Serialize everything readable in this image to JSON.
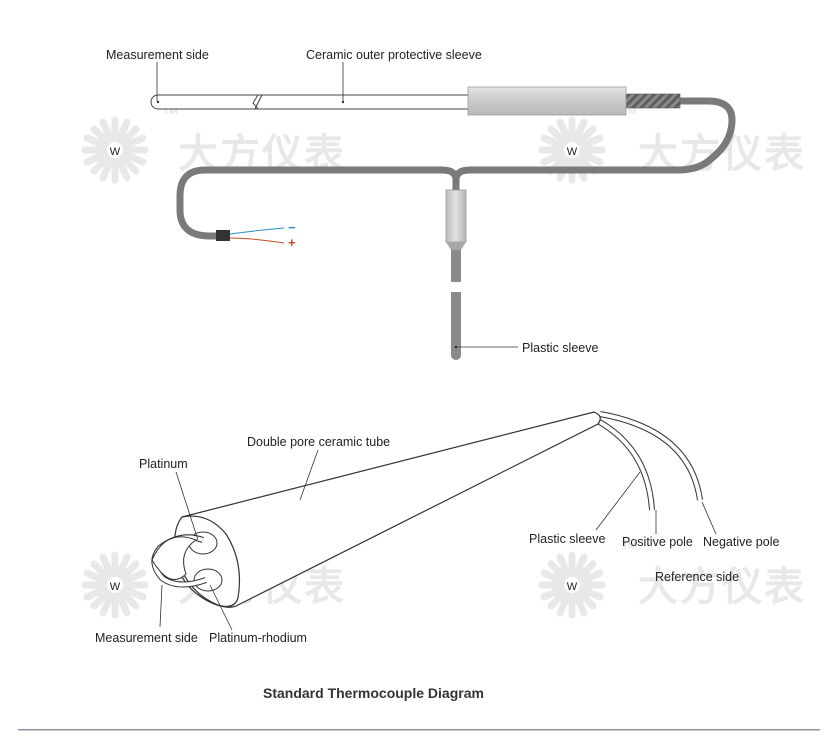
{
  "title": "Standard Thermocouple Diagram",
  "top_labels": {
    "measurement_side": "Measurement side",
    "ceramic_sleeve": "Ceramic outer protective sleeve",
    "plastic_sleeve": "Plastic sleeve",
    "negative_sign": "−",
    "positive_sign": "+"
  },
  "bottom_labels": {
    "double_pore_tube": "Double pore ceramic tube",
    "platinum": "Platinum",
    "measurement_side": "Measurement side",
    "platinum_rhodium": "Platinum-rhodium",
    "plastic_sleeve": "Plastic sleeve",
    "positive_pole": "Positive pole",
    "negative_pole": "Negative pole",
    "reference_side": "Reference side"
  },
  "watermark": {
    "text": "大方仪表",
    "tm": "TM",
    "logo_letter": "W"
  },
  "colors": {
    "line": "#333333",
    "cable": "#7a7a7a",
    "sleeve_fill": "#cfcfcf",
    "watermark": "#e8e8e8",
    "negative": "#2a8fc2",
    "positive": "#c84b2a",
    "divider": "#8c97a3"
  }
}
